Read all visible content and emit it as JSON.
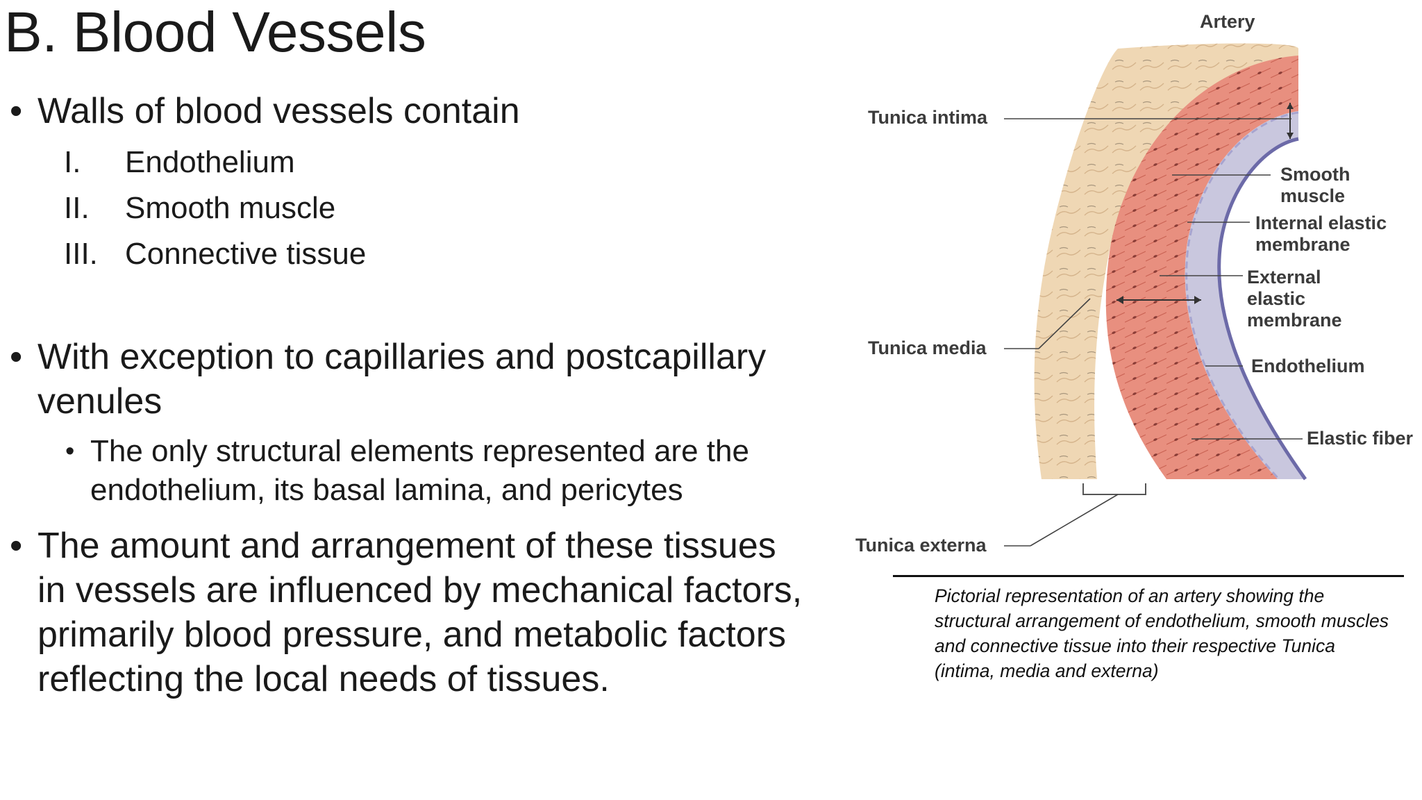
{
  "slide": {
    "title": "B. Blood Vessels",
    "bullets": [
      {
        "text": "Walls of blood vessels contain",
        "subitems": [
          {
            "num": "I.",
            "text": "Endothelium"
          },
          {
            "num": "II.",
            "text": "Smooth muscle"
          },
          {
            "num": "III.",
            "text": "Connective tissue"
          }
        ]
      },
      {
        "text_line1": "With exception to capillaries and postcapillary",
        "text_line2": "venules",
        "sub": {
          "line1": "The only structural elements represented are the",
          "line2": "endothelium, its basal lamina, and pericytes"
        }
      },
      {
        "lines": [
          "The amount and arrangement of these tissues",
          "in vessels are influenced by mechanical factors,",
          "primarily blood pressure, and metabolic factors",
          "reflecting the local needs of tissues."
        ]
      }
    ]
  },
  "figure": {
    "heading": "Artery",
    "labels": {
      "tunica_intima": "Tunica intima",
      "tunica_media": "Tunica media",
      "tunica_externa": "Tunica externa",
      "smooth_muscle": [
        "Smooth",
        "muscle"
      ],
      "internal_elastic": [
        "Internal elastic",
        "membrane"
      ],
      "external_elastic": [
        "External",
        "elastic",
        "membrane"
      ],
      "endothelium": "Endothelium",
      "elastic_fiber": "Elastic fiber"
    },
    "caption": "Pictorial representation of an artery showing the structural arrangement of endothelium, smooth muscles and connective tissue into their respective Tunica (intima, media and externa)",
    "colors": {
      "externa": "#efd7b4",
      "media": "#e88f7f",
      "intima": "#c9c7de",
      "endothelium_line": "#6c6aa8"
    }
  }
}
